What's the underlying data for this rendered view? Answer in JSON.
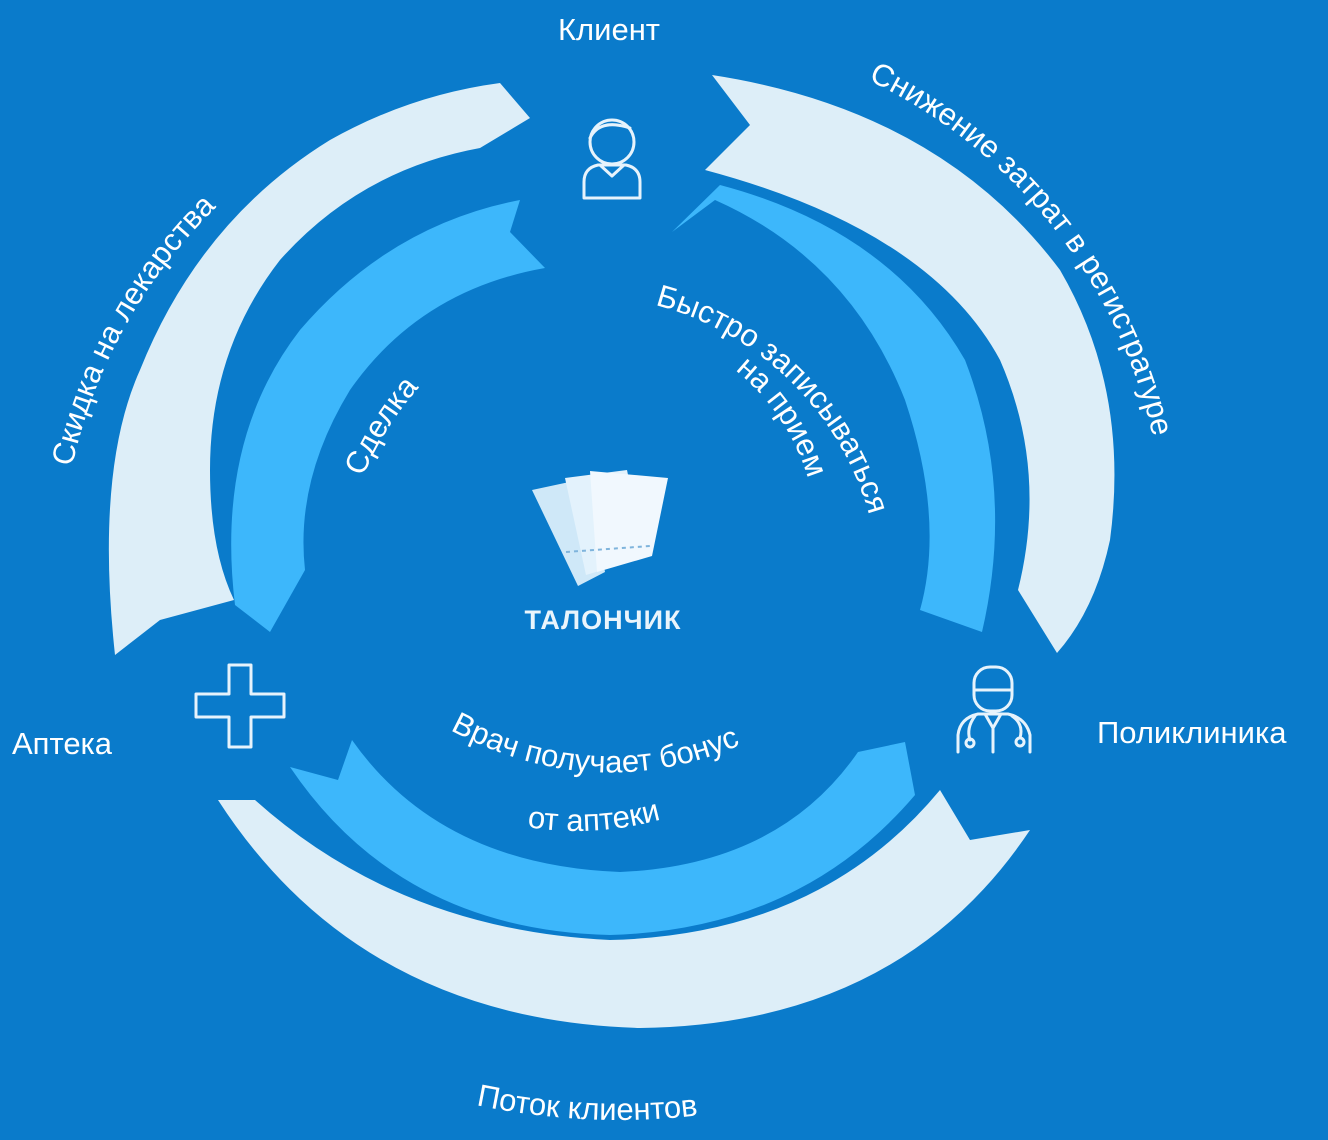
{
  "colors": {
    "background": "#0a7bcb",
    "outer_arrow": "#ddeef8",
    "inner_arrow": "#3db7fb",
    "text": "#ffffff",
    "icon_stroke": "#e6f3fc"
  },
  "nodes": {
    "client": {
      "label": "Клиент",
      "icon": "person-icon"
    },
    "pharmacy": {
      "label": "Аптека",
      "icon": "medical-cross-icon"
    },
    "clinic": {
      "label": "Поликлиника",
      "icon": "doctor-icon"
    }
  },
  "outer_arrows": {
    "left": "Скидка на лекарства",
    "right": "Снижение затрат в регистратуре",
    "bottom": "Поток клиентов"
  },
  "inner_arrows": {
    "left": "Сделка",
    "right_line1": "Быстро записываться",
    "right_line2": "на прием",
    "bottom_line1": "Врач получает бонус",
    "bottom_line2": "от аптеки"
  },
  "logo": {
    "text": "ТАЛОНЧИК",
    "icon": "tickets-icon"
  }
}
